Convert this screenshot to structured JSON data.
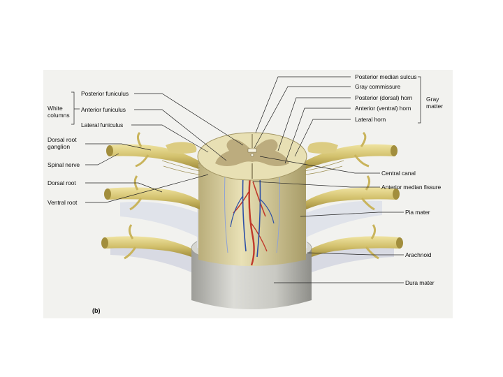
{
  "labels": {
    "posterior_median_sulcus": "Posterior median sulcus",
    "gray_commissure": "Gray commissure",
    "posterior_horn": "Posterior (dorsal) horn",
    "anterior_horn": "Anterior (ventral) horn",
    "lateral_horn": "Lateral horn",
    "gray_matter": "Gray matter",
    "posterior_funiculus": "Posterior funiculus",
    "anterior_funiculus": "Anterior funiculus",
    "lateral_funiculus": "Lateral funiculus",
    "white_columns": "White columns",
    "dorsal_root_ganglion": "Dorsal root ganglion",
    "spinal_nerve": "Spinal nerve",
    "dorsal_root": "Dorsal root",
    "ventral_root": "Ventral root",
    "central_canal": "Central canal",
    "anterior_median_fissure": "Anterior median fissure",
    "pia_mater": "Pia mater",
    "arachnoid": "Arachnoid",
    "dura_mater": "Dura mater"
  },
  "figure_letter": "(b)",
  "colors": {
    "panel_bg": "#f2f2ef",
    "white_matter": "#e7e0b8",
    "gray_matter": "#b7a678",
    "nerve": "#d6c67a",
    "nerve_shadow": "#a99644",
    "dura": "#cfcfca",
    "pia": "#dcdfe7",
    "artery": "#c0392b",
    "vein": "#2c4fa6",
    "leader": "#222222"
  }
}
